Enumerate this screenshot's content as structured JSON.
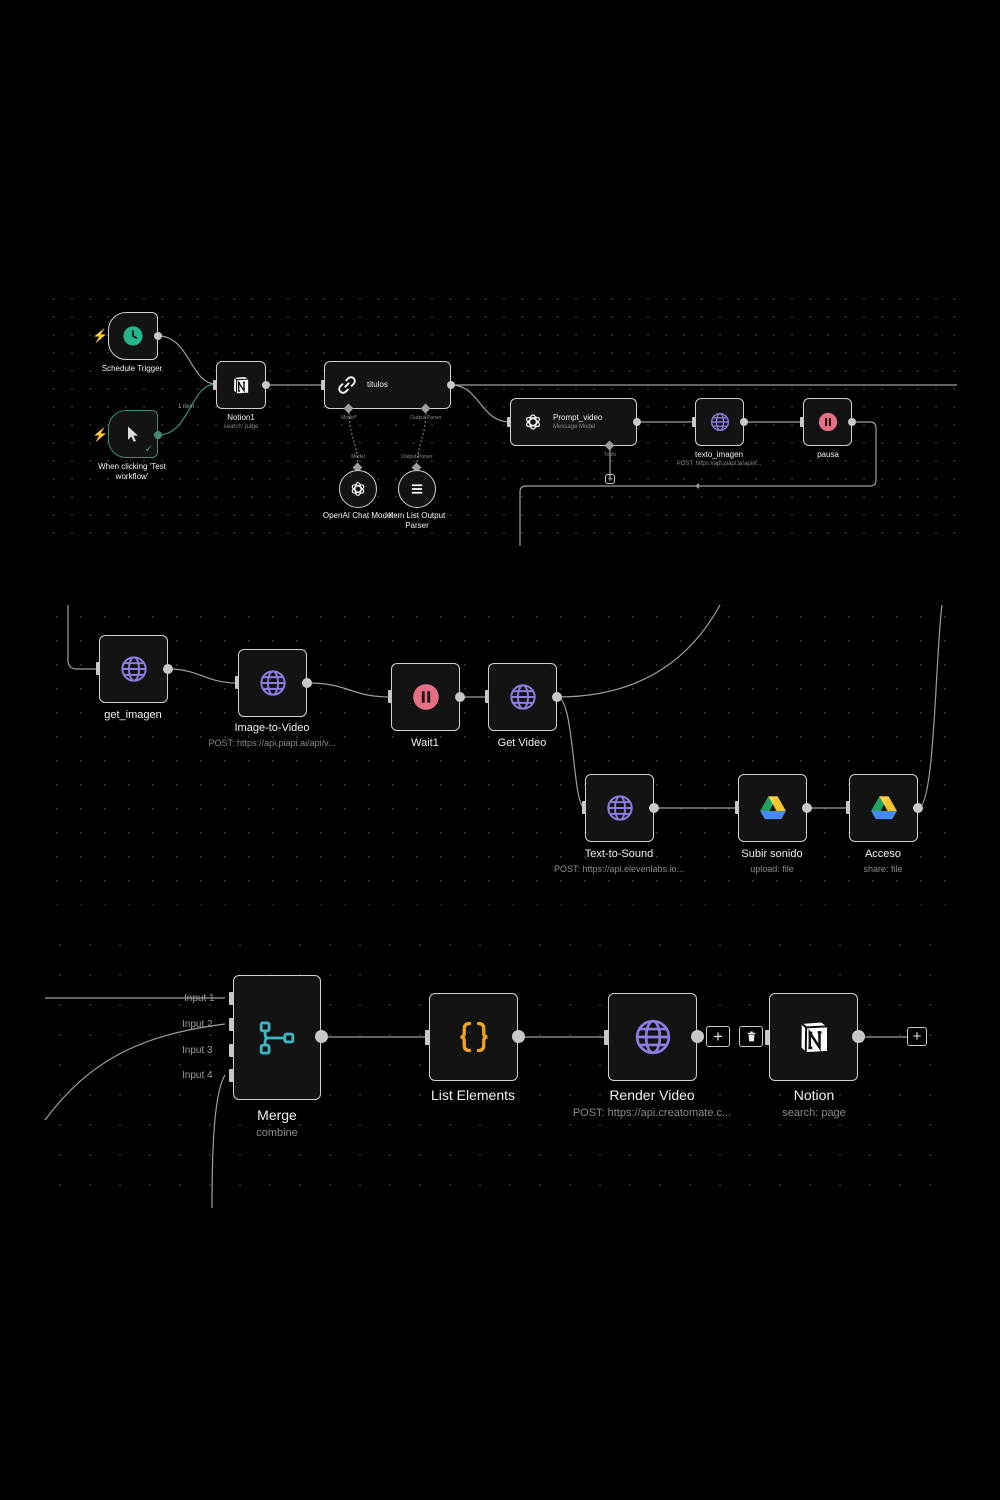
{
  "canvas": {
    "background": "#000000",
    "wire_color": "#9e9e9e",
    "active_wire_color": "#3f8d6e"
  },
  "section1": {
    "nodes": {
      "schedule_trigger": {
        "label": "Schedule Trigger",
        "icon": "clock-icon",
        "color": "#26b48a"
      },
      "manual_trigger": {
        "label": "When clicking 'Test workflow'",
        "label_line1": "When clicking 'Test",
        "label_line2": "workflow'",
        "icon": "cursor-icon"
      },
      "notion1": {
        "label": "Notion1",
        "sub": "search: page",
        "icon": "notion-icon"
      },
      "titulos": {
        "label": "titulos",
        "icon": "link-chain-icon"
      },
      "openai_model": {
        "label": "OpenAI Chat Model",
        "icon": "openai-icon"
      },
      "list_parser": {
        "label": "Item List Output Parser",
        "label_line1": "Item List Output",
        "label_line2": "Parser",
        "icon": "list-icon"
      },
      "prompt_video": {
        "label": "Prompt_video",
        "sub": "Message Model",
        "icon": "openai-icon"
      },
      "texto_imagen": {
        "label": "texto_imagen",
        "sub": "POST: https://api.piapi.ai/api/v...",
        "icon": "globe-icon"
      },
      "pausa": {
        "label": "pausa",
        "icon": "pause-icon",
        "color": "#e46f85"
      }
    },
    "edge_labels": {
      "item": "1 item",
      "model_port": "Model*",
      "output_parser_port": "Output Parser",
      "model_target": "Model",
      "output_parser_target": "Output Parser",
      "tools": "Tools"
    }
  },
  "section2": {
    "nodes": {
      "get_imagen": {
        "label": "get_imagen",
        "icon": "globe-icon"
      },
      "image_to_video": {
        "label": "Image-to-Video",
        "sub": "POST: https://api.piapi.ai/api/v...",
        "icon": "globe-icon"
      },
      "wait1": {
        "label": "Wait1",
        "icon": "pause-icon",
        "color": "#e46f85"
      },
      "get_video": {
        "label": "Get Video",
        "icon": "globe-icon"
      },
      "text_to_sound": {
        "label": "Text-to-Sound",
        "sub": "POST: https://api.elevenlabs.io...",
        "icon": "globe-icon"
      },
      "subir_sonido": {
        "label": "Subir sonido",
        "sub": "upload: file",
        "icon": "google-drive-icon"
      },
      "acceso": {
        "label": "Acceso",
        "sub": "share: file",
        "icon": "google-drive-icon"
      }
    }
  },
  "section3": {
    "inputs": [
      "Input 1",
      "Input 2",
      "Input 3",
      "Input 4"
    ],
    "nodes": {
      "merge": {
        "label": "Merge",
        "sub": "combine",
        "icon": "merge-icon",
        "color": "#3fb5c4"
      },
      "list_elements": {
        "label": "List Elements",
        "icon": "braces-icon",
        "color": "#f0a31c"
      },
      "render_video": {
        "label": "Render Video",
        "sub": "POST: https://api.creatomate.c...",
        "icon": "globe-icon"
      },
      "notion": {
        "label": "Notion",
        "sub": "search: page",
        "icon": "notion-icon"
      }
    },
    "toolbar": {
      "add": "+",
      "delete": "trash-icon"
    }
  },
  "colors": {
    "globe": "#8a7ee0",
    "pause_bg": "#e46f85",
    "drive_green": "#1ea362",
    "drive_yellow": "#f7c32e",
    "drive_blue": "#4688f1"
  }
}
